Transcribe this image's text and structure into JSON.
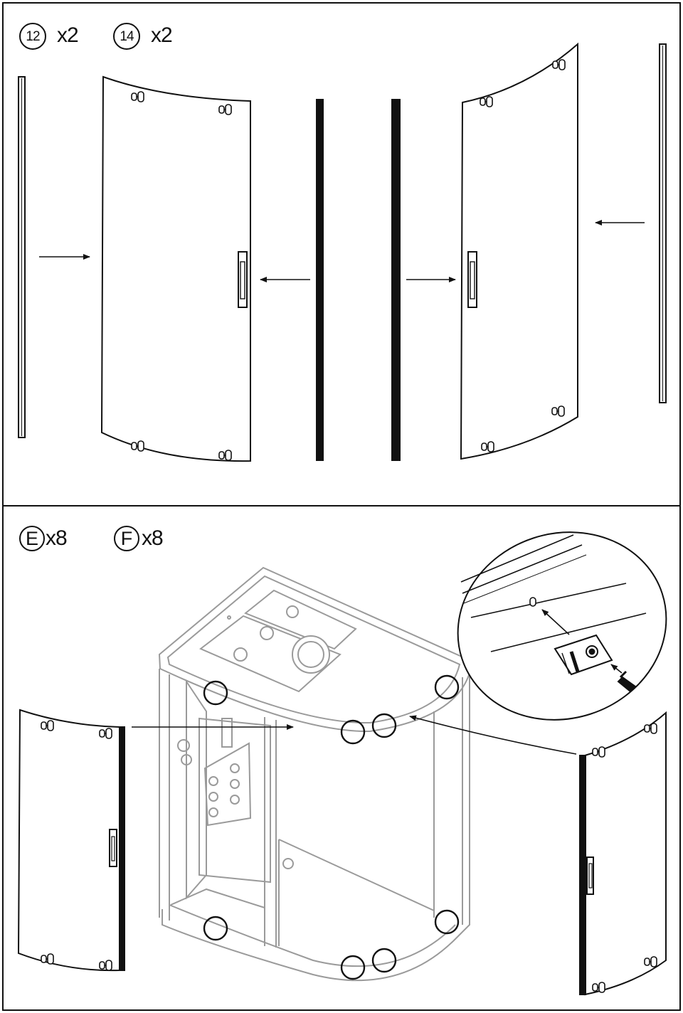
{
  "step1": {
    "parts": [
      {
        "id": "12",
        "qty": "x2"
      },
      {
        "id": "14",
        "qty": "x2"
      }
    ]
  },
  "step2": {
    "parts": [
      {
        "id": "E",
        "qty": "x8"
      },
      {
        "id": "F",
        "qty": "x8"
      }
    ]
  },
  "colors": {
    "line": "#111111",
    "frame": "#9a9a9a",
    "background": "#ffffff"
  }
}
